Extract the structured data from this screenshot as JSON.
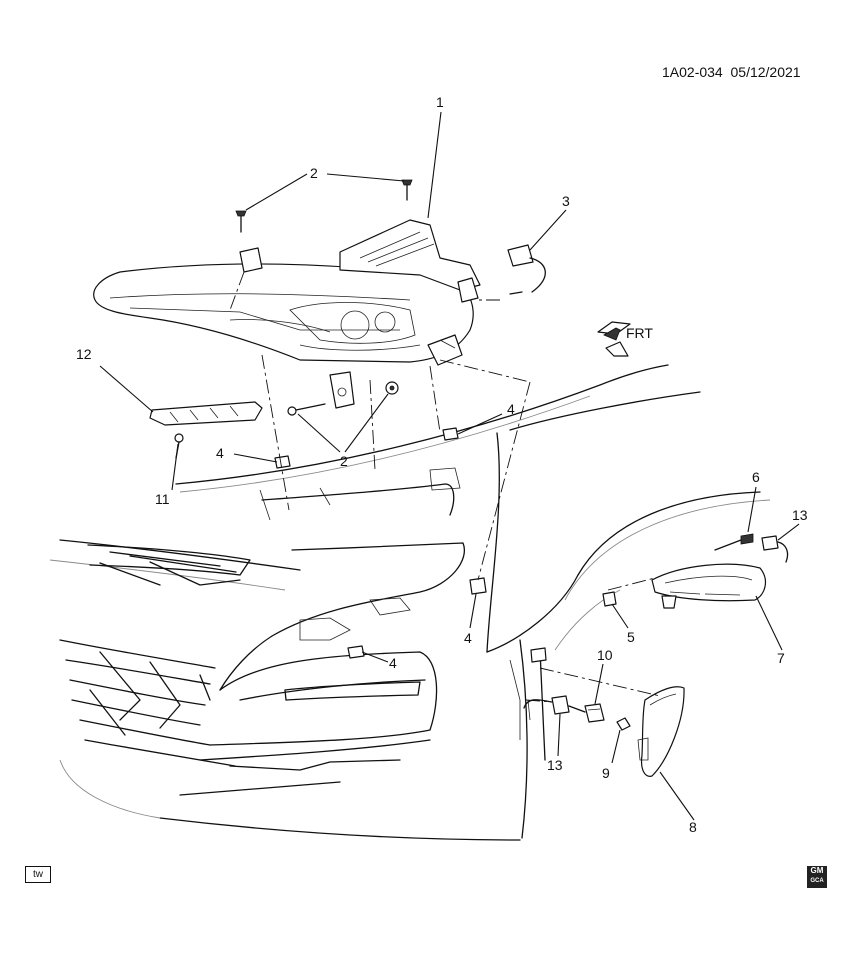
{
  "header": {
    "code": "1A02-034",
    "date": "05/12/2021"
  },
  "frt_label": "FRT",
  "callouts": [
    {
      "id": "c1",
      "label": "1"
    },
    {
      "id": "c2a",
      "label": "2"
    },
    {
      "id": "c2b",
      "label": "2"
    },
    {
      "id": "c3",
      "label": "3"
    },
    {
      "id": "c4a",
      "label": "4"
    },
    {
      "id": "c4b",
      "label": "4"
    },
    {
      "id": "c4c",
      "label": "4"
    },
    {
      "id": "c4d",
      "label": "4"
    },
    {
      "id": "c5",
      "label": "5"
    },
    {
      "id": "c6",
      "label": "6"
    },
    {
      "id": "c7",
      "label": "7"
    },
    {
      "id": "c8",
      "label": "8"
    },
    {
      "id": "c9",
      "label": "9"
    },
    {
      "id": "c10",
      "label": "10"
    },
    {
      "id": "c11",
      "label": "11"
    },
    {
      "id": "c12",
      "label": "12"
    },
    {
      "id": "c13a",
      "label": "13"
    },
    {
      "id": "c13b",
      "label": "13"
    }
  ],
  "footer": {
    "tw_badge": "tw",
    "gm_badge_top": "GM",
    "gm_badge_bottom": "GCA"
  }
}
